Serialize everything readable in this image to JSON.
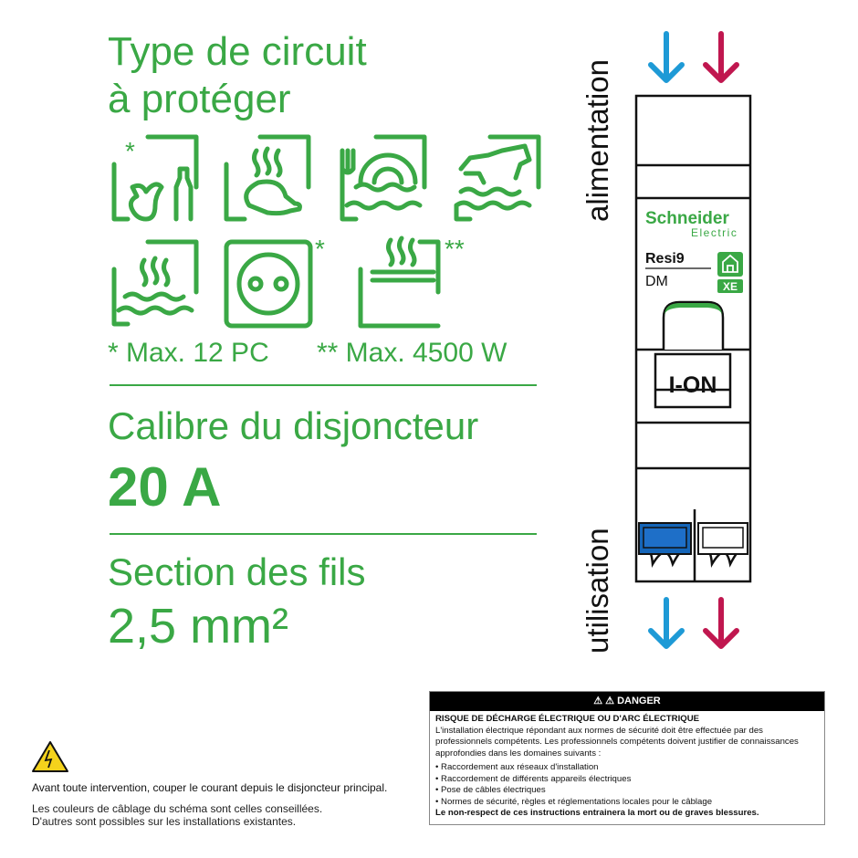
{
  "title_line1": "Type de circuit",
  "title_line2": "à protéger",
  "icons": [
    "fridge-icon",
    "oven-icon",
    "dishwasher-icon",
    "washing-machine-icon",
    "water-heater-icon",
    "socket-icon",
    "cooktop-icon"
  ],
  "icon_marks": {
    "fridge": "*",
    "socket": "*",
    "cooktop": "**"
  },
  "note1": "* Max. 12 PC",
  "note2": "** Max. 4500 W",
  "calibre_label": "Calibre du disjoncteur",
  "calibre_value": "20 A",
  "section_label": "Section des fils",
  "section_value": "2,5 mm²",
  "supply_label": "alimentation",
  "output_label": "utilisation",
  "breaker": {
    "brand1": "Schneider",
    "brand2": "Electric",
    "model": "Resi9",
    "type": "DM",
    "badge": "XE",
    "switch_label": "I-ON"
  },
  "colors": {
    "green": "#3aa845",
    "blue": "#1e9ad6",
    "red": "#c0174f",
    "terminal_blue": "#1565b8"
  },
  "warning": {
    "line1": "Avant toute intervention, couper le courant depuis le disjoncteur principal.",
    "line2": "Les couleurs de câblage du schéma sont celles conseillées.",
    "line3": "D'autres sont possibles sur les installations existantes."
  },
  "danger": {
    "header": "⚠ ⚠ DANGER",
    "title": "RISQUE DE DÉCHARGE ÉLECTRIQUE OU D'ARC ÉLECTRIQUE",
    "intro": "L'installation électrique répondant aux normes de sécurité doit être effectuée par des professionnels compétents. Les professionnels compétents doivent justifier de connaissances approfondies dans les domaines suivants :",
    "items": [
      "• Raccordement aux réseaux d'installation",
      "• Raccordement de différents appareils électriques",
      "• Pose de câbles électriques",
      "• Normes de sécurité, règles et réglementations locales pour le câblage"
    ],
    "footer": "Le non-respect de ces instructions entrainera la mort ou de graves blessures."
  }
}
